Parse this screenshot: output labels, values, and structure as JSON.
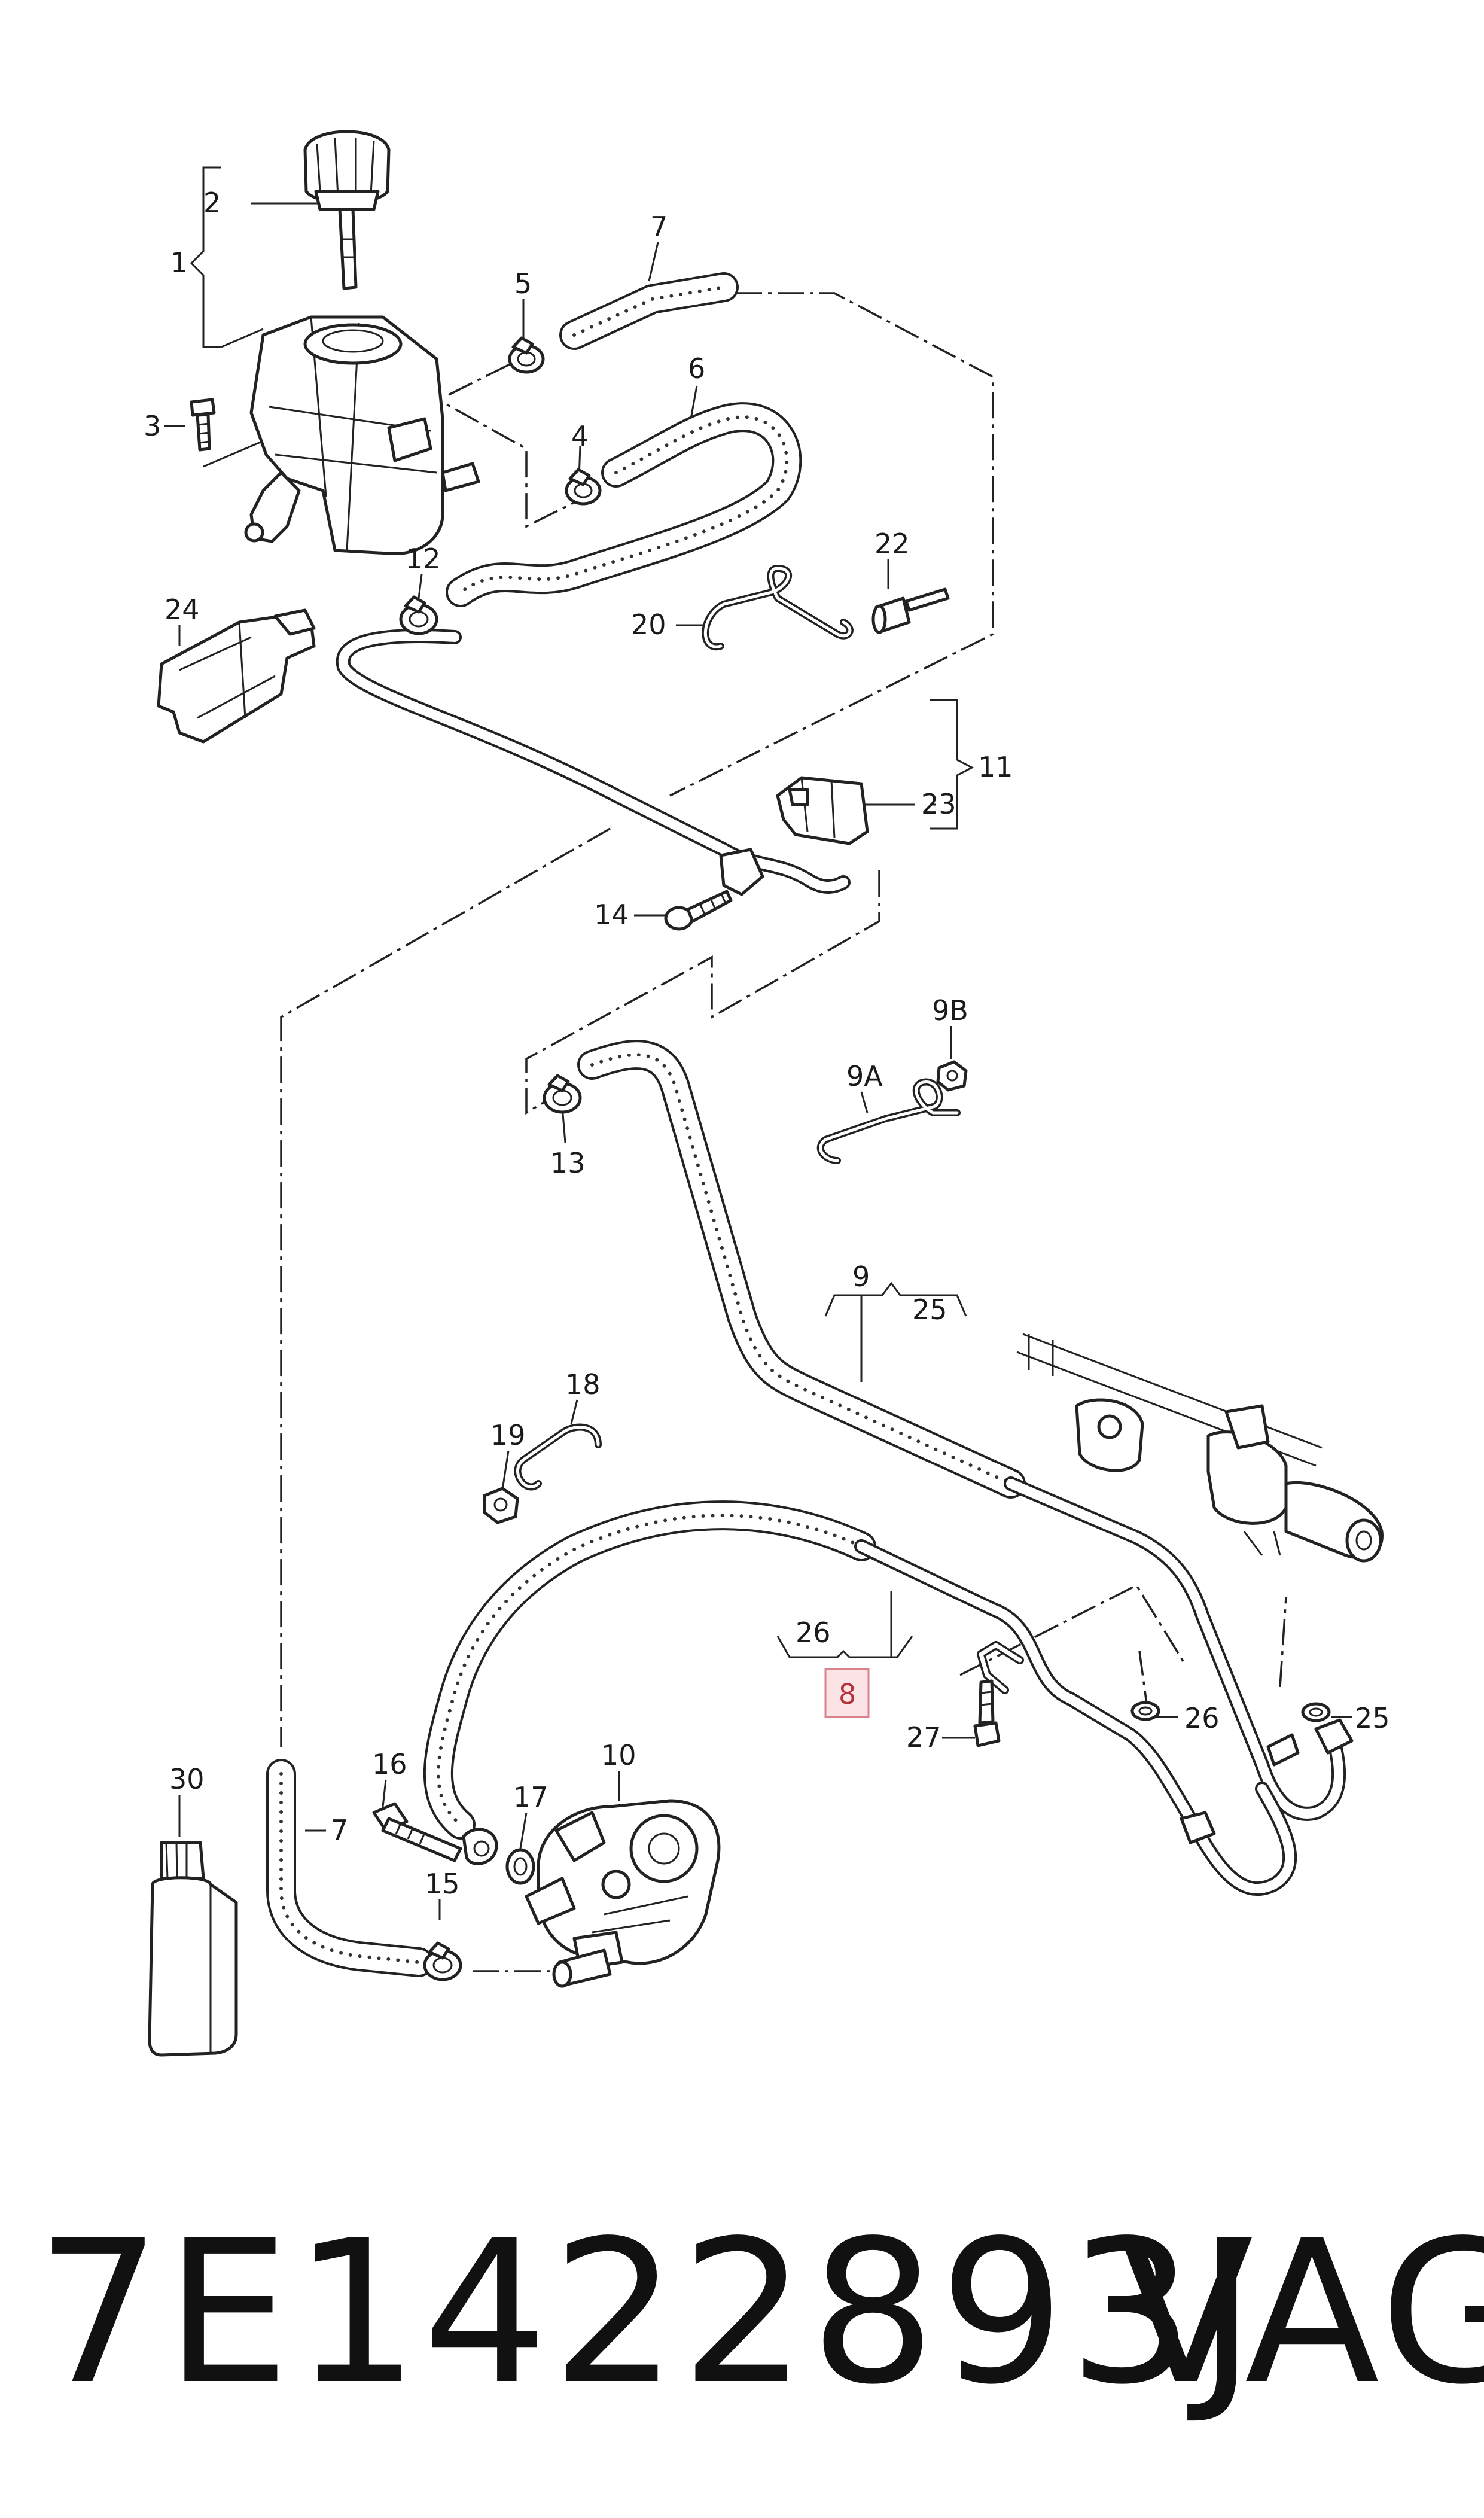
{
  "callouts": {
    "c1": "1",
    "c2": "2",
    "c3": "3",
    "c4": "4",
    "c5": "5",
    "c6": "6",
    "c7_top": "7",
    "c7_left": "7",
    "c8": "8",
    "c9": "9",
    "c9A": "9A",
    "c9B": "9B",
    "c10": "10",
    "c11": "11",
    "c12": "12",
    "c13": "13",
    "c14": "14",
    "c15": "15",
    "c16": "16",
    "c17": "17",
    "c18": "18",
    "c19": "19",
    "c20": "20",
    "c22": "22",
    "c23": "23",
    "c24": "24",
    "c25_top": "25",
    "c25_right": "25",
    "c26_top": "26",
    "c26_right": "26",
    "c27": "27",
    "c30": "30"
  },
  "footer": {
    "part_number": "7E1422893J",
    "brand": "VAG"
  },
  "colors": {
    "line": "#222222",
    "highlight_fill": "#fbe3e6",
    "highlight_border": "#d9828c",
    "highlight_text": "#b5323a"
  }
}
